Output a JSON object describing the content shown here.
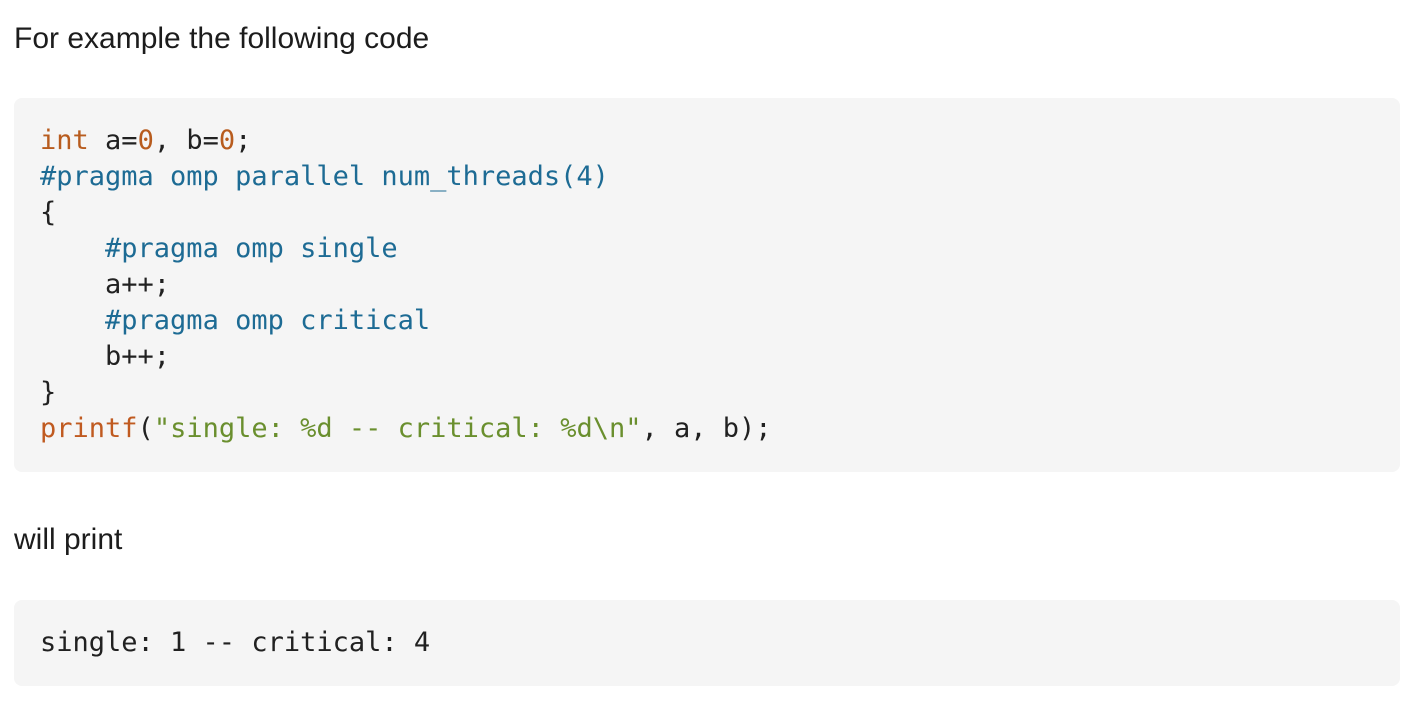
{
  "page": {
    "intro_text": "For example the following code",
    "will_print_text": "will print"
  },
  "colors": {
    "page-bg": "#ffffff",
    "block-bg": "#f5f5f5",
    "text": "#1c1c1c",
    "plain": "#212121",
    "preprocessor": "#1d6b94",
    "type": "#b85c1e",
    "number": "#b85c1e",
    "function": "#c05a20",
    "string": "#6a8f2e"
  },
  "code_block": {
    "lines": [
      [
        {
          "t": "type",
          "s": "int"
        },
        {
          "t": "plain",
          "s": " a="
        },
        {
          "t": "number",
          "s": "0"
        },
        {
          "t": "plain",
          "s": ", b="
        },
        {
          "t": "number",
          "s": "0"
        },
        {
          "t": "plain",
          "s": ";"
        }
      ],
      [
        {
          "t": "preprocessor",
          "s": "#pragma omp parallel num_threads(4)"
        }
      ],
      [
        {
          "t": "plain",
          "s": "{"
        }
      ],
      [
        {
          "t": "plain",
          "s": "    "
        },
        {
          "t": "preprocessor",
          "s": "#pragma omp single"
        }
      ],
      [
        {
          "t": "plain",
          "s": "    a++;"
        }
      ],
      [
        {
          "t": "plain",
          "s": "    "
        },
        {
          "t": "preprocessor",
          "s": "#pragma omp critical"
        }
      ],
      [
        {
          "t": "plain",
          "s": "    b++;"
        }
      ],
      [
        {
          "t": "plain",
          "s": "}"
        }
      ],
      [
        {
          "t": "function",
          "s": "printf"
        },
        {
          "t": "plain",
          "s": "("
        },
        {
          "t": "string",
          "s": "\"single: %d -- critical: %d\\n\""
        },
        {
          "t": "plain",
          "s": ", a, b);"
        }
      ]
    ]
  },
  "output_block": {
    "lines": [
      [
        {
          "t": "plain",
          "s": "single: 1 -- critical: 4"
        }
      ]
    ]
  }
}
